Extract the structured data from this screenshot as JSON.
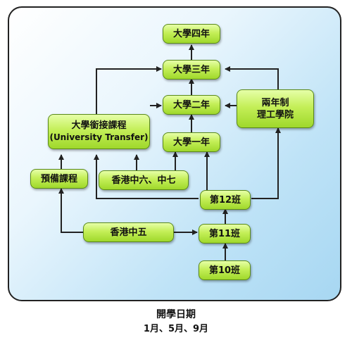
{
  "diagram": {
    "nodes": {
      "year4": "大學四年",
      "year3": "大學三年",
      "year2": "大學二年",
      "year1": "大學一年",
      "transfer_cn": "大學銜接課程",
      "transfer_en": "(University Transfer)",
      "two_year_1": "兩年制",
      "two_year_2": "理工學院",
      "prep": "預備課程",
      "hk_f67": "香港中六、中七",
      "grade12": "第12班",
      "hk_f5": "香港中五",
      "grade11": "第11班",
      "grade10": "第10班"
    },
    "caption": {
      "title": "開學日期",
      "months": "1月、5月、9月"
    }
  }
}
